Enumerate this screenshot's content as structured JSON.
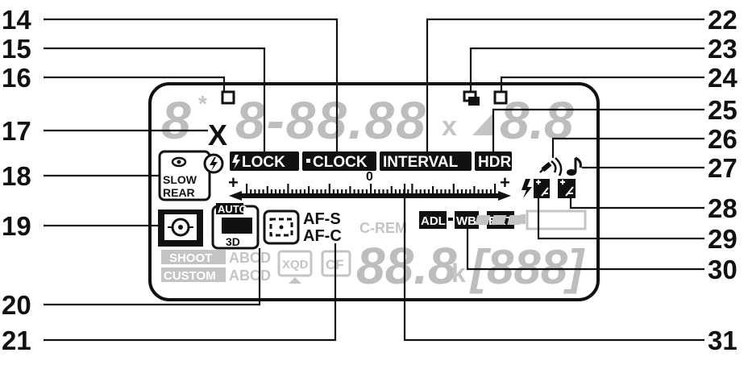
{
  "callouts": [
    {
      "label": "14",
      "side": "left"
    },
    {
      "label": "15",
      "side": "left"
    },
    {
      "label": "16",
      "side": "left"
    },
    {
      "label": "17",
      "side": "left"
    },
    {
      "label": "18",
      "side": "left"
    },
    {
      "label": "19",
      "side": "left"
    },
    {
      "label": "20",
      "side": "left"
    },
    {
      "label": "21",
      "side": "left"
    },
    {
      "label": "22",
      "side": "right"
    },
    {
      "label": "23",
      "side": "right"
    },
    {
      "label": "24",
      "side": "right"
    },
    {
      "label": "25",
      "side": "right"
    },
    {
      "label": "26",
      "side": "right"
    },
    {
      "label": "27",
      "side": "right"
    },
    {
      "label": "28",
      "side": "right"
    },
    {
      "label": "29",
      "side": "right"
    },
    {
      "label": "30",
      "side": "right"
    },
    {
      "label": "31",
      "side": "right"
    }
  ],
  "lcd": {
    "x_sync": "X",
    "seg_shutter": "8-88.88",
    "seg_x": "x",
    "seg_aperture": "8.8",
    "flash_lock": "LOCK",
    "clock": "CLOCK",
    "interval": "INTERVAL",
    "hdr": "HDR",
    "slow": "SLOW",
    "rear": "REAR",
    "auto": "AUTO",
    "three_d": "3D",
    "af_s": "AF-S",
    "af_c": "AF-C",
    "c_rem": "C-REM",
    "adl": "ADL",
    "wb": "WB",
    "bkt": "BKT",
    "shoot": "SHOOT",
    "custom": "CUSTOM",
    "bank_shoot": "ABCD",
    "bank_custom": "ABCD",
    "xqd": "XQD",
    "cf": "CF",
    "seg_count": "88.8",
    "seg_k": "k",
    "seg_remaining": "[888]",
    "seg_top_mode": "8",
    "exposure_zero": "0",
    "exposure_plus_left": "+",
    "exposure_plus_right": "+"
  },
  "icons": [
    "red-eye-icon",
    "flash-icon",
    "matrix-metering-icon",
    "af-area-icon",
    "gps-icon",
    "beep-icon",
    "flash-compensation-icon",
    "exposure-compensation-icon",
    "battery-icon",
    "multiple-exposure-icon"
  ]
}
